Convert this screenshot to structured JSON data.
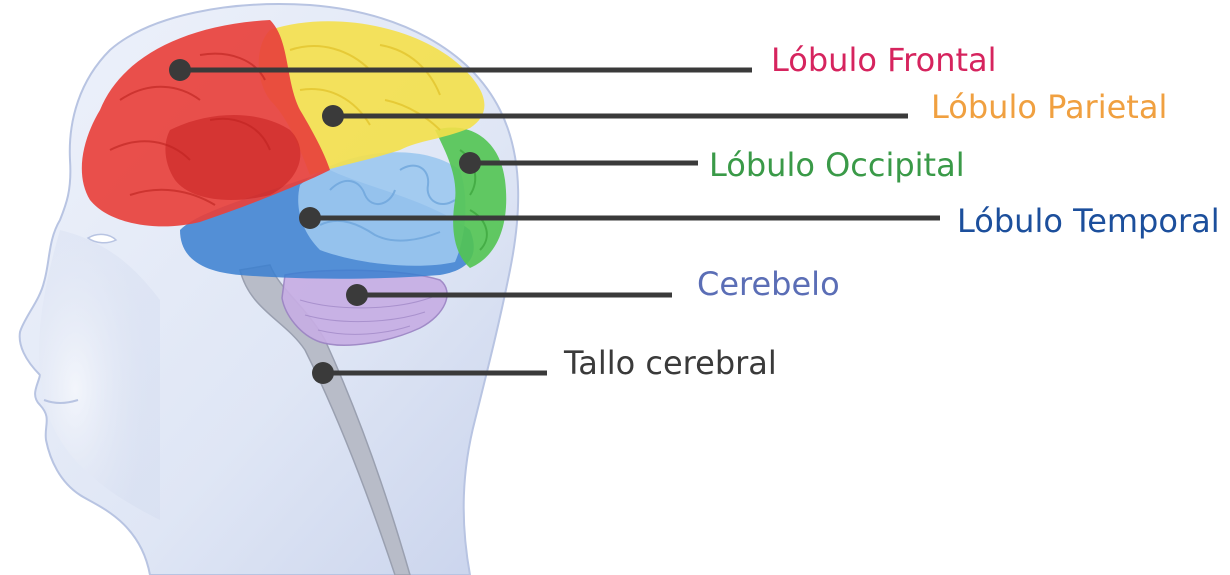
{
  "diagram": {
    "labels": [
      {
        "id": "frontal",
        "text": "Lóbulo Frontal",
        "color": "#d6245e"
      },
      {
        "id": "parietal",
        "text": "Lóbulo Parietal",
        "color": "#f0a040"
      },
      {
        "id": "occipital",
        "text": "Lóbulo Occipital",
        "color": "#3a9a48"
      },
      {
        "id": "temporal",
        "text": "Lóbulo Temporal",
        "color": "#1c4f9c"
      },
      {
        "id": "cerebelo",
        "text": "Cerebelo",
        "color": "#5b6eb6"
      },
      {
        "id": "tallo",
        "text": "Tallo cerebral",
        "color": "#3a3a3a"
      }
    ],
    "region_colors": {
      "frontal": "#e8413c",
      "parietal": "#f4e04a",
      "occipital": "#52c452",
      "temporal": "#3a7fd0",
      "temporal_light": "#9cc8ef",
      "cerebelo": "#b99ad8",
      "tallo": "#b8bcc8",
      "head": "#dde5f4",
      "leader_line": "#3a3a3a"
    }
  }
}
